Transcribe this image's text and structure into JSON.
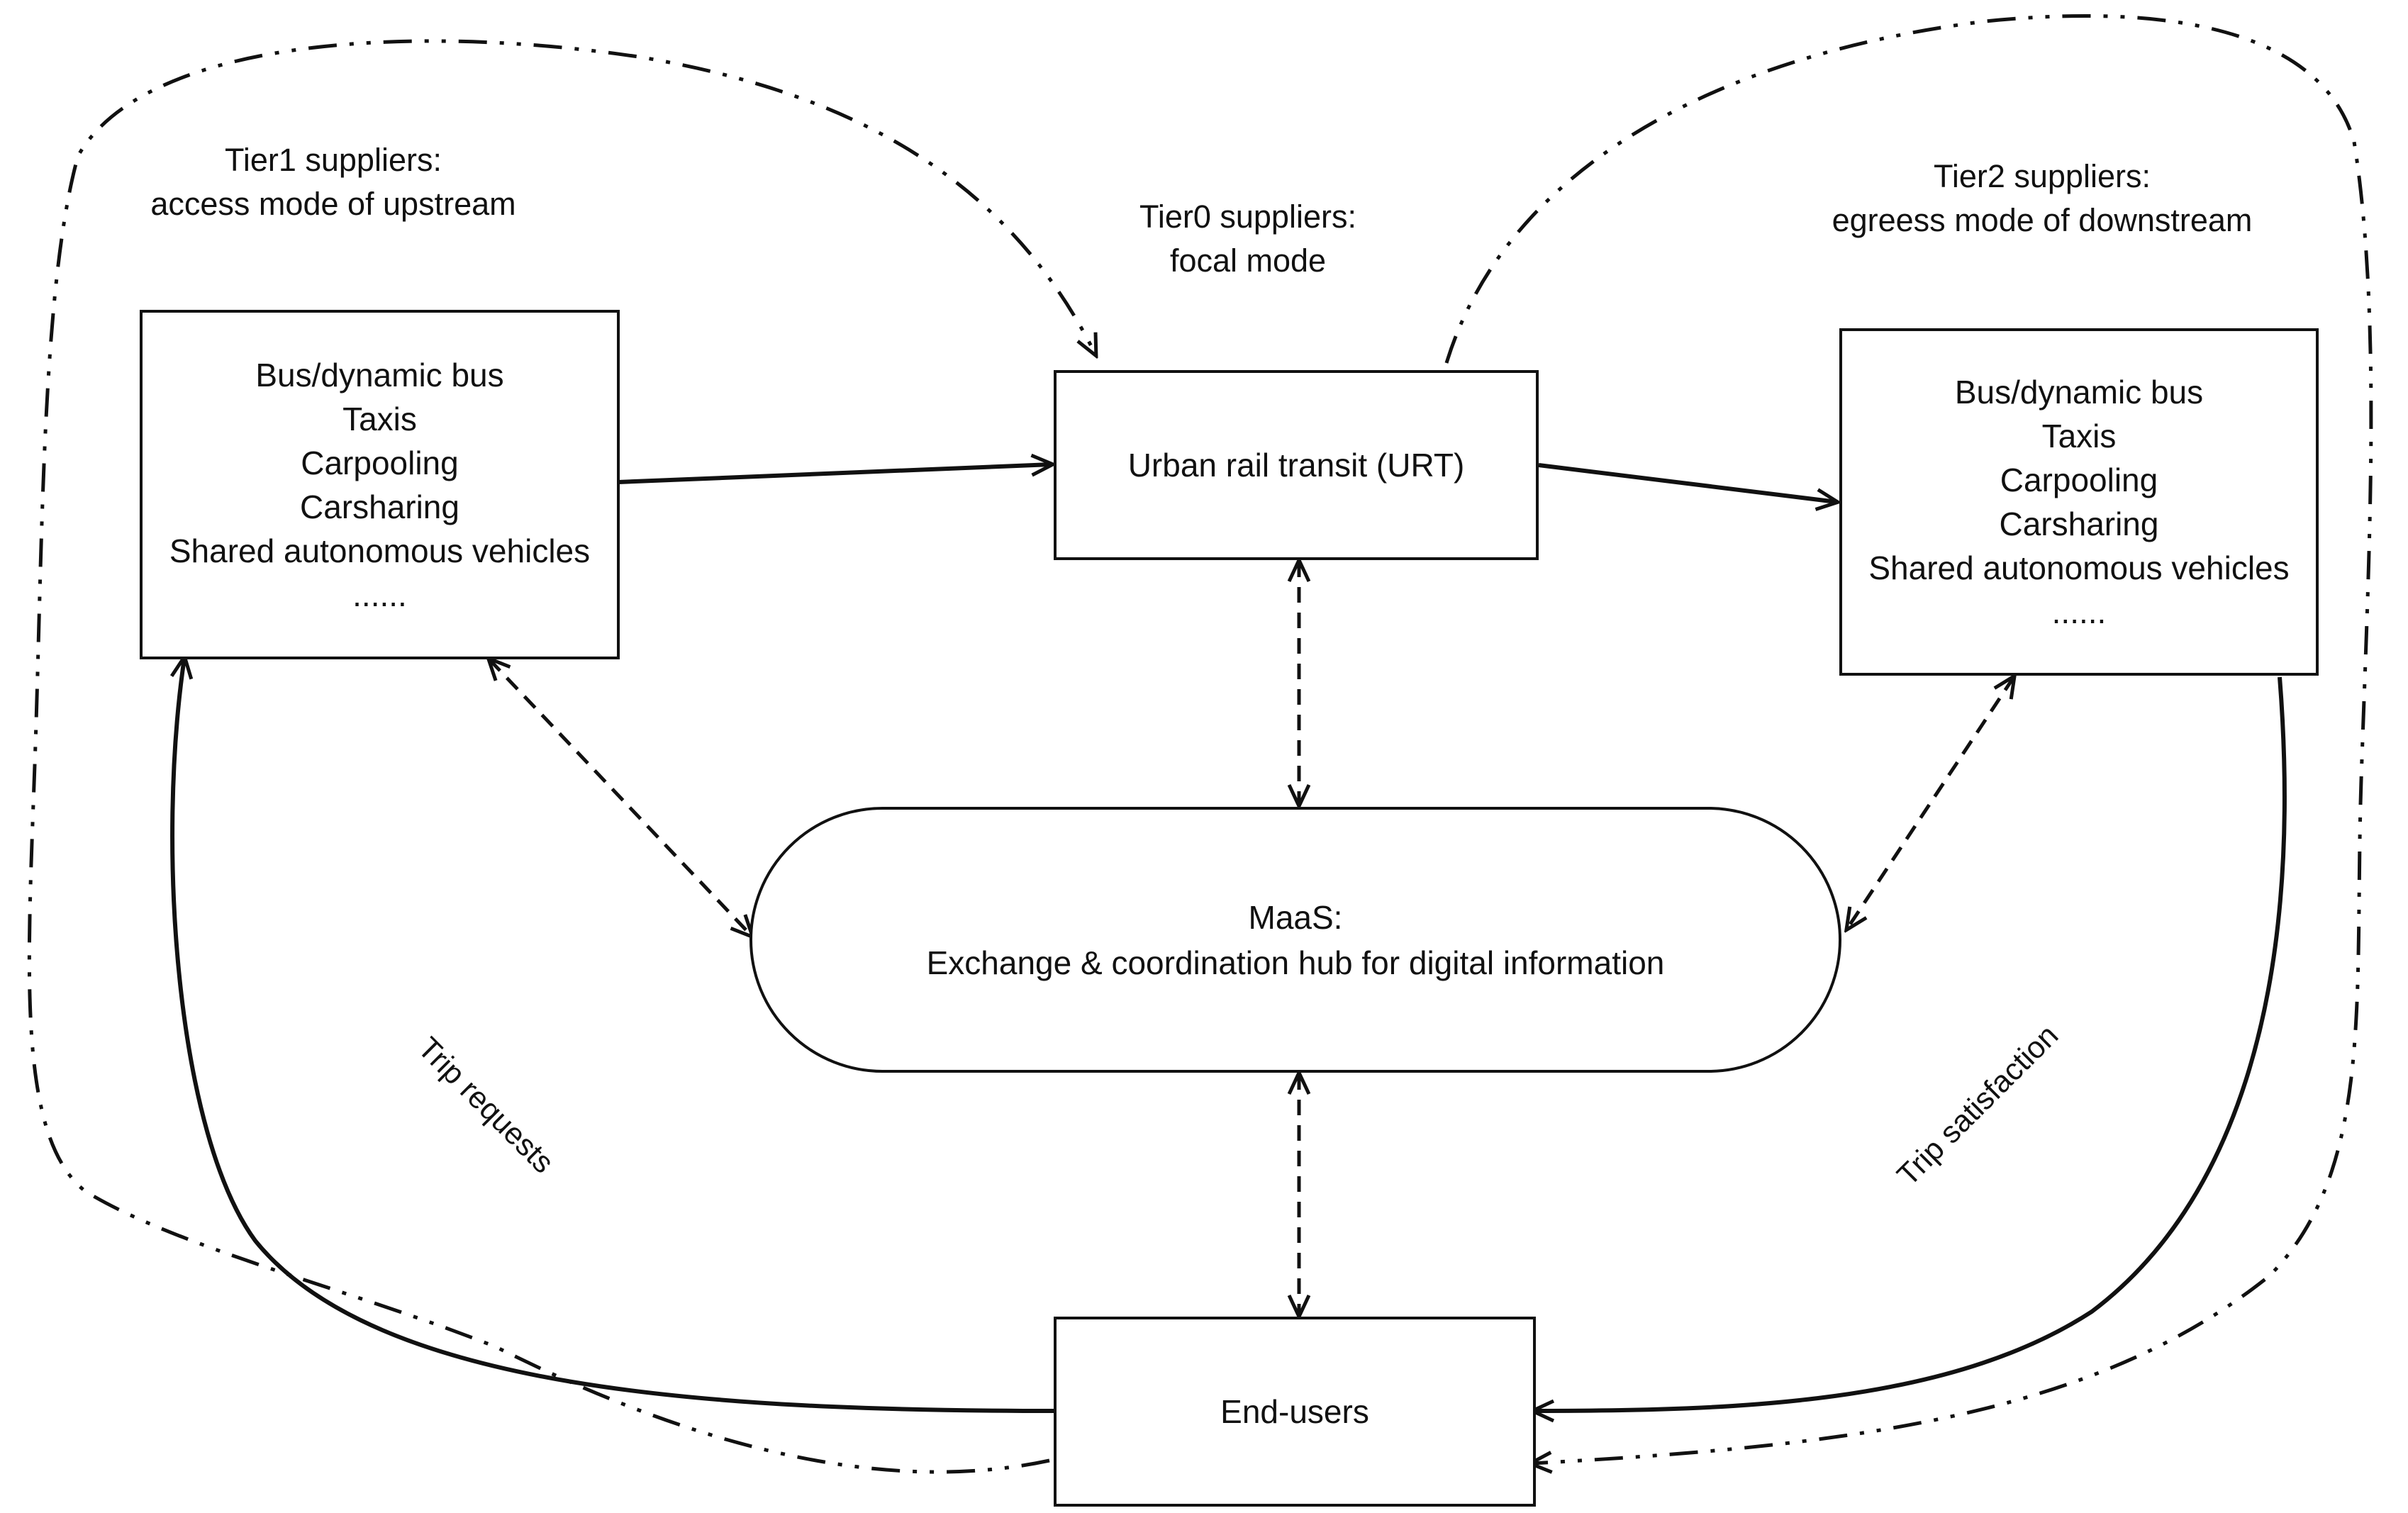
{
  "tiers": {
    "tier1": {
      "title": "Tier1 suppliers:",
      "subtitle": "access mode of upstream"
    },
    "tier0": {
      "title": "Tier0 suppliers:",
      "subtitle": "focal mode"
    },
    "tier2": {
      "title": "Tier2 suppliers:",
      "subtitle": "egreess mode of downstream"
    }
  },
  "boxes": {
    "upstream": {
      "items": [
        "Bus/dynamic bus",
        "Taxis",
        "Carpooling",
        "Carsharing",
        "Shared autonomous vehicles",
        "......"
      ]
    },
    "urt": {
      "label": "Urban rail transit (URT)"
    },
    "downstream": {
      "items": [
        "Bus/dynamic bus",
        "Taxis",
        "Carpooling",
        "Carsharing",
        "Shared autonomous vehicles",
        "......"
      ]
    },
    "maas": {
      "title": "MaaS:",
      "subtitle": "Exchange & coordination hub for digital information"
    },
    "end_users": {
      "label": "End-users"
    }
  },
  "flows": {
    "trip_requests": "Trip requests",
    "trip_satisfaction": "Trip satisfaction"
  },
  "colors": {
    "stroke": "#111111",
    "background": "#ffffff"
  }
}
